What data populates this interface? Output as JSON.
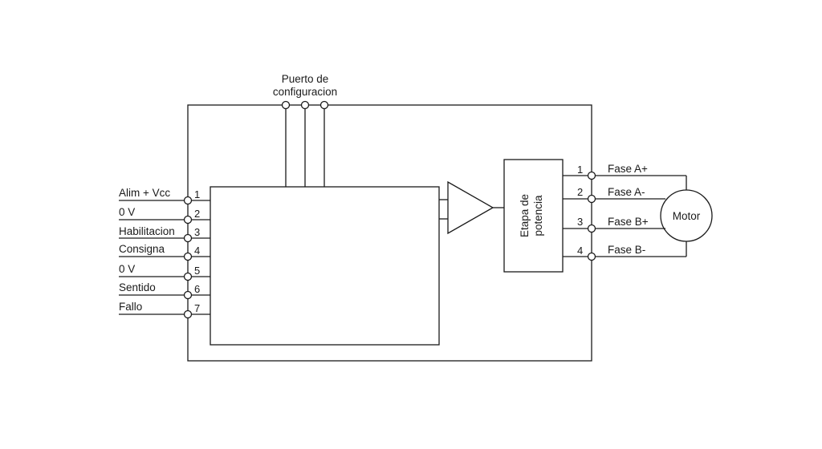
{
  "config_port": {
    "line1": "Puerto de",
    "line2": "configuracion"
  },
  "left_signals": [
    {
      "label": "Alim + Vcc",
      "pin": "1"
    },
    {
      "label": "0 V",
      "pin": "2"
    },
    {
      "label": "Habilitacion",
      "pin": "3"
    },
    {
      "label": "Consigna",
      "pin": "4"
    },
    {
      "label": "0 V",
      "pin": "5"
    },
    {
      "label": "Sentido",
      "pin": "6"
    },
    {
      "label": "Fallo",
      "pin": "7"
    }
  ],
  "power_stage": {
    "line1": "Etapa de",
    "line2": "potencia"
  },
  "right_signals": [
    {
      "label": "Fase A+",
      "pin": "1"
    },
    {
      "label": "Fase A-",
      "pin": "2"
    },
    {
      "label": "Fase B+",
      "pin": "3"
    },
    {
      "label": "Fase B-",
      "pin": "4"
    }
  ],
  "motor": {
    "label": "Motor"
  }
}
